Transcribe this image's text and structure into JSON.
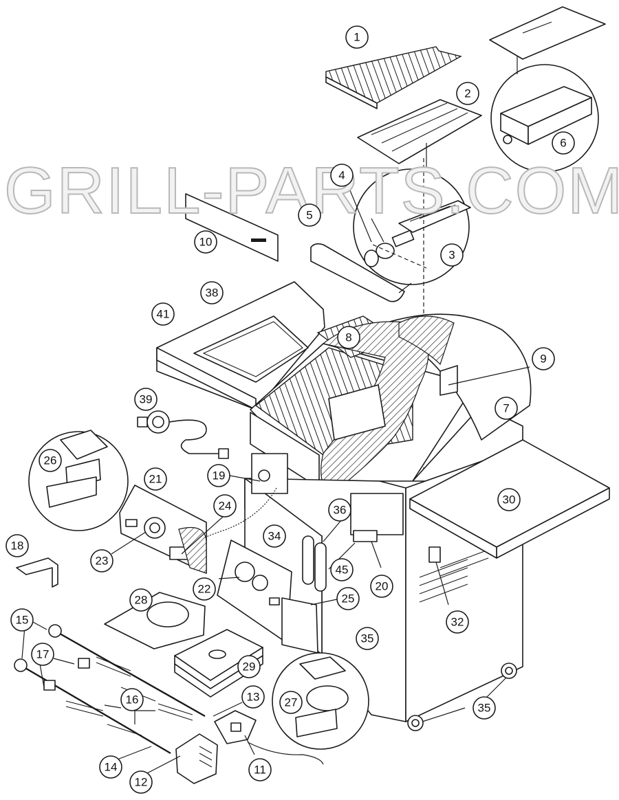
{
  "watermark": "GRILL-PARTS.COM",
  "callouts": {
    "c1": "1",
    "c2": "2",
    "c3": "3",
    "c4": "4",
    "c5": "5",
    "c6": "6",
    "c7": "7",
    "c8": "8",
    "c9": "9",
    "c10": "10",
    "c11": "11",
    "c12": "12",
    "c13": "13",
    "c14": "14",
    "c15": "15",
    "c16": "16",
    "c17": "17",
    "c18": "18",
    "c19": "19",
    "c20": "20",
    "c21": "21",
    "c22": "22",
    "c23": "23",
    "c24": "24",
    "c25": "25",
    "c26": "26",
    "c27": "27",
    "c28": "28",
    "c29": "29",
    "c30": "30",
    "c32": "32",
    "c34": "34",
    "c35a": "35",
    "c35b": "35",
    "c36": "36",
    "c38": "38",
    "c39": "39",
    "c41": "41",
    "c45": "45"
  }
}
